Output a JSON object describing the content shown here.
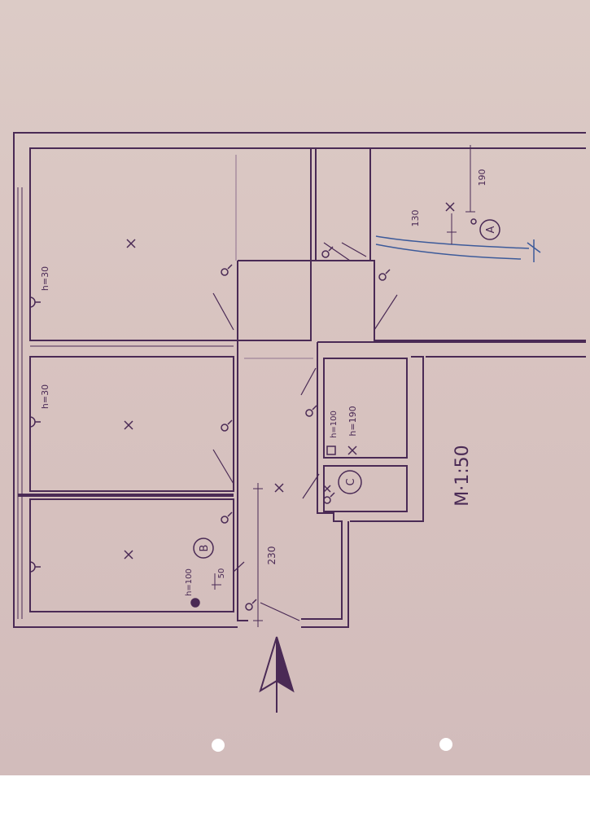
{
  "scale_label": "M·1:50",
  "dimensions": {
    "d190": "190",
    "d130": "130",
    "d230": "230",
    "d50": "50"
  },
  "heights": {
    "h30_top": "h=30",
    "h30_mid": "h=30",
    "h100_room": "h=100",
    "h100_kitchen": "h=100",
    "h190_kitchen": "h=190"
  },
  "markers": {
    "a": "A",
    "b": "B",
    "c": "C"
  },
  "colors": {
    "paper": "#d8c3c0",
    "ink": "#4a2a55",
    "pen_blue": "#3c5a9a"
  },
  "icons": [
    "north-arrow-icon",
    "socket-icon",
    "lamp-cross-icon",
    "punch-hole-icon"
  ]
}
